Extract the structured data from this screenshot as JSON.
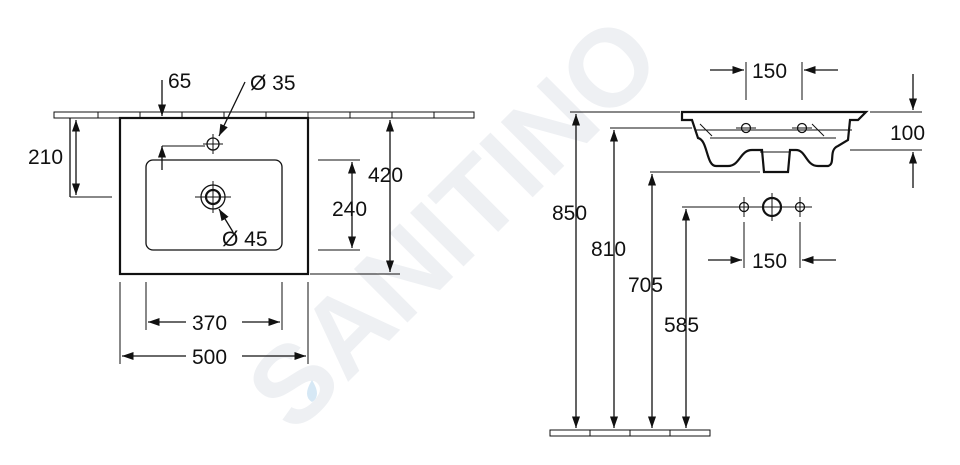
{
  "watermark": "SANITINO",
  "top_view": {
    "dim_65": "65",
    "dim_tap_hole": "Ø 35",
    "dim_210": "210",
    "dim_420": "420",
    "dim_240": "240",
    "dim_drain": "Ø 45",
    "dim_370": "370",
    "dim_500": "500"
  },
  "side_view": {
    "dim_150_top": "150",
    "dim_100": "100",
    "dim_850": "850",
    "dim_810": "810",
    "dim_705": "705",
    "dim_585": "585",
    "dim_150_bottom": "150"
  },
  "colors": {
    "line": "#111111",
    "watermark": "#eef0f3",
    "water_drop": "#d6e8f5"
  }
}
